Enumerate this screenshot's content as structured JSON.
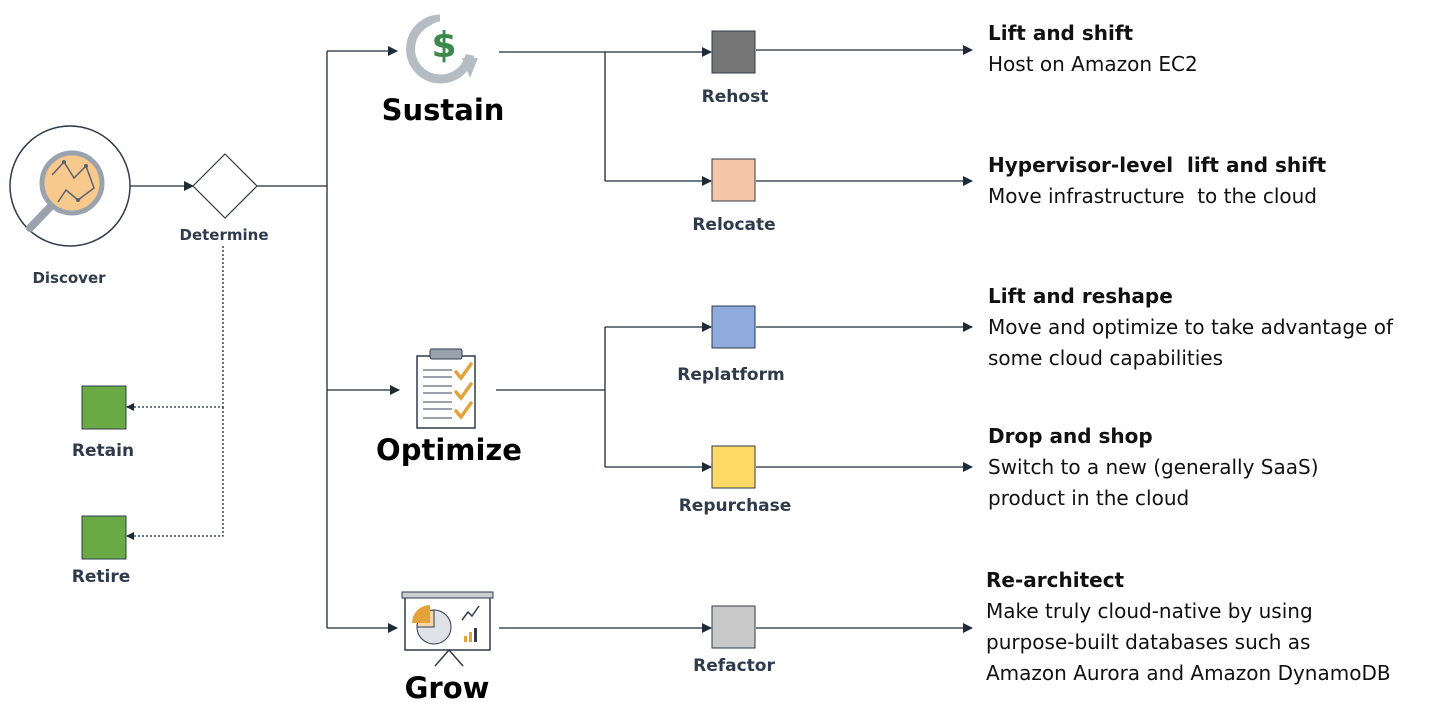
{
  "nodes": {
    "discover": "Discover",
    "determine": "Determine",
    "retain": "Retain",
    "retire": "Retire"
  },
  "strategies": {
    "sustain": "Sustain",
    "optimize": "Optimize",
    "grow": "Grow"
  },
  "methods": [
    {
      "label": "Rehost",
      "color": "#767676"
    },
    {
      "label": "Relocate",
      "color": "#f4c5a8"
    },
    {
      "label": "Replatform",
      "color": "#8faadc"
    },
    {
      "label": "Repurchase",
      "color": "#ffd966"
    },
    {
      "label": "Refactor",
      "color": "#c9c9c9"
    }
  ],
  "endpoint_colors": {
    "retain": "#6aaa45",
    "retire": "#6aaa45"
  },
  "descriptions": [
    {
      "title": "Lift and shift",
      "lines": [
        "Host on Amazon EC2"
      ]
    },
    {
      "title": "Hypervisor-level  lift and shift",
      "lines": [
        "Move infrastructure  to the cloud"
      ]
    },
    {
      "title": "Lift and reshape",
      "lines": [
        "Move and optimize to take advantage of",
        "some cloud capabilities"
      ]
    },
    {
      "title": "Drop and shop",
      "lines": [
        "Switch to a new (generally SaaS)",
        "product in the cloud"
      ]
    },
    {
      "title": "Re-architect",
      "lines": [
        "Make truly cloud-native by using",
        "purpose-built databases such as",
        "Amazon Aurora and Amazon DynamoDB"
      ]
    }
  ],
  "icons": {
    "discover": "magnifier-map-icon",
    "sustain": "dollar-cycle-icon",
    "optimize": "clipboard-checklist-icon",
    "grow": "presentation-chart-icon"
  }
}
